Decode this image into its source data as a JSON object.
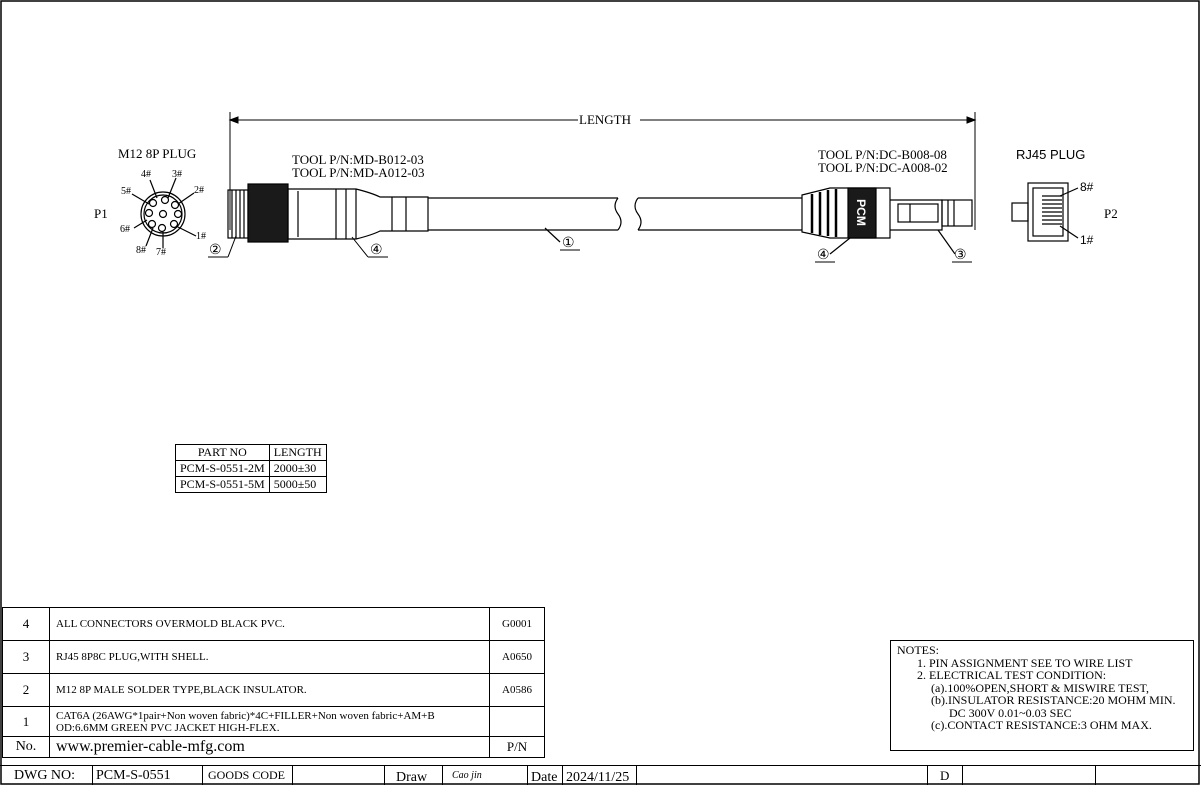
{
  "labels": {
    "length": "LENGTH",
    "m12_plug": "M12 8P PLUG",
    "rj45_plug": "RJ45 PLUG",
    "p1": "P1",
    "p2": "P2",
    "tool_m12_1": "TOOL P/N:MD-B012-03",
    "tool_m12_2": "TOOL P/N:MD-A012-03",
    "tool_rj45_1": "TOOL P/N:DC-B008-08",
    "tool_rj45_2": "TOOL P/N:DC-A008-02",
    "brand_mark": "PCM",
    "callouts": [
      "①",
      "②",
      "③",
      "④",
      "④"
    ],
    "m12_pins": [
      "1#",
      "2#",
      "3#",
      "4#",
      "5#",
      "6#",
      "7#",
      "8#"
    ],
    "rj45_pins": [
      "8#",
      "1#"
    ]
  },
  "part_table": {
    "headers": [
      "PART NO",
      "LENGTH"
    ],
    "rows": [
      [
        "PCM-S-0551-2M",
        "2000±30"
      ],
      [
        "PCM-S-0551-5M",
        "5000±50"
      ]
    ]
  },
  "bom": {
    "rows": [
      {
        "no": "4",
        "desc": "ALL CONNECTORS OVERMOLD BLACK PVC.",
        "code": "G0001"
      },
      {
        "no": "3",
        "desc": "RJ45 8P8C PLUG,WITH SHELL.",
        "code": "A0650"
      },
      {
        "no": "2",
        "desc": "M12 8P MALE SOLDER TYPE,BLACK INSULATOR.",
        "code": "A0586"
      },
      {
        "no": "1",
        "desc": "CAT6A (26AWG*1pair+Non woven fabric)*4C+FILLER+Non woven fabric+AM+B",
        "desc2": "OD:6.6MM GREEN PVC JACKET HIGH-FLEX.",
        "code": ""
      }
    ],
    "footer": {
      "no": "No.",
      "website": "www.premier-cable-mfg.com",
      "pn": "P/N"
    }
  },
  "notes": {
    "title": "NOTES:",
    "lines": [
      "1.  PIN ASSIGNMENT SEE TO WIRE LIST",
      "2.  ELECTRICAL TEST CONDITION:",
      "(a).100%OPEN,SHORT & MISWIRE TEST,",
      "(b).INSULATOR RESISTANCE:20 MOHM MIN.",
      "DC 300V 0.01~0.03 SEC",
      "(c).CONTACT RESISTANCE:3 OHM MAX."
    ]
  },
  "title_block": {
    "dwg_no_label": "DWG NO:",
    "dwg_no": "PCM-S-0551",
    "goods_code_label": "GOODS CODE",
    "draw_label": "Draw",
    "drawer": "Cao jin",
    "date_label": "Date",
    "date": "2024/11/25",
    "rev_label": "D"
  }
}
